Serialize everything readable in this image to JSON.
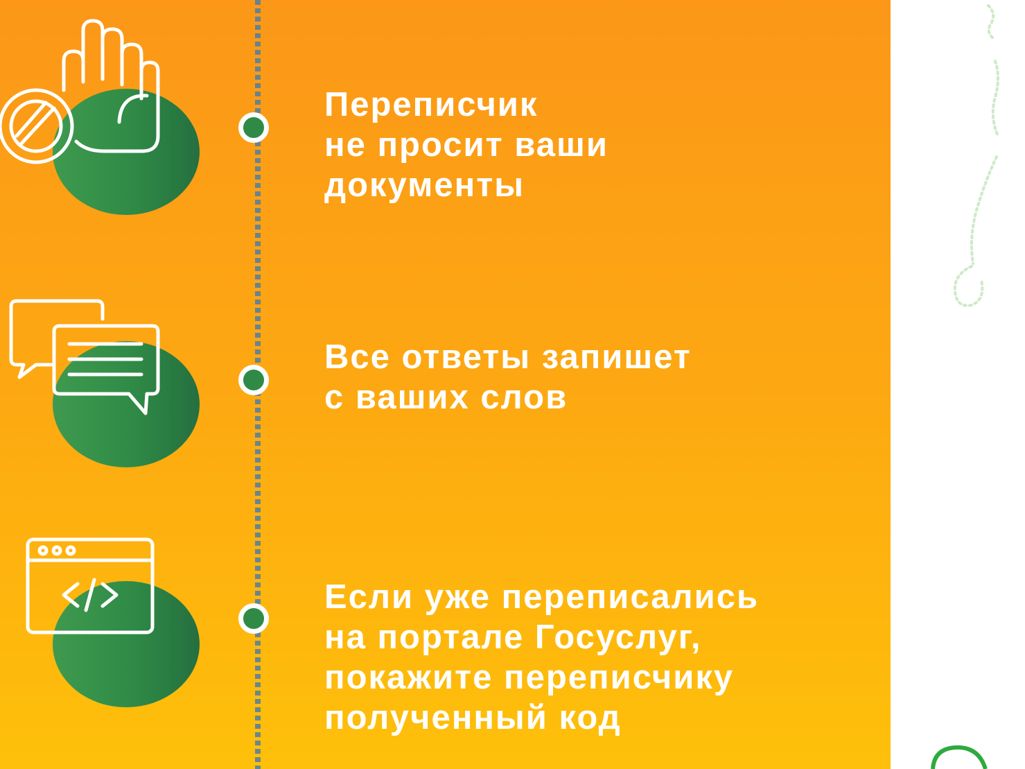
{
  "steps": [
    {
      "icon": "stop-hand-icon",
      "text": "Переписчик\nне просит ваши\nдокументы"
    },
    {
      "icon": "chat-bubbles-icon",
      "text": "Все ответы запишет\nс ваших слов"
    },
    {
      "icon": "code-window-icon",
      "text": "Если уже переписались\nна портале Госуслуг,\nпокажите переписчику\nполученный код"
    }
  ],
  "colors": {
    "panel_top": "#fc9718",
    "panel_bottom": "#fec00a",
    "accent_green": "#2f8a46",
    "timeline": "#4d7fa3",
    "text": "#ffffff",
    "deco_green": "#2eaa3f"
  }
}
